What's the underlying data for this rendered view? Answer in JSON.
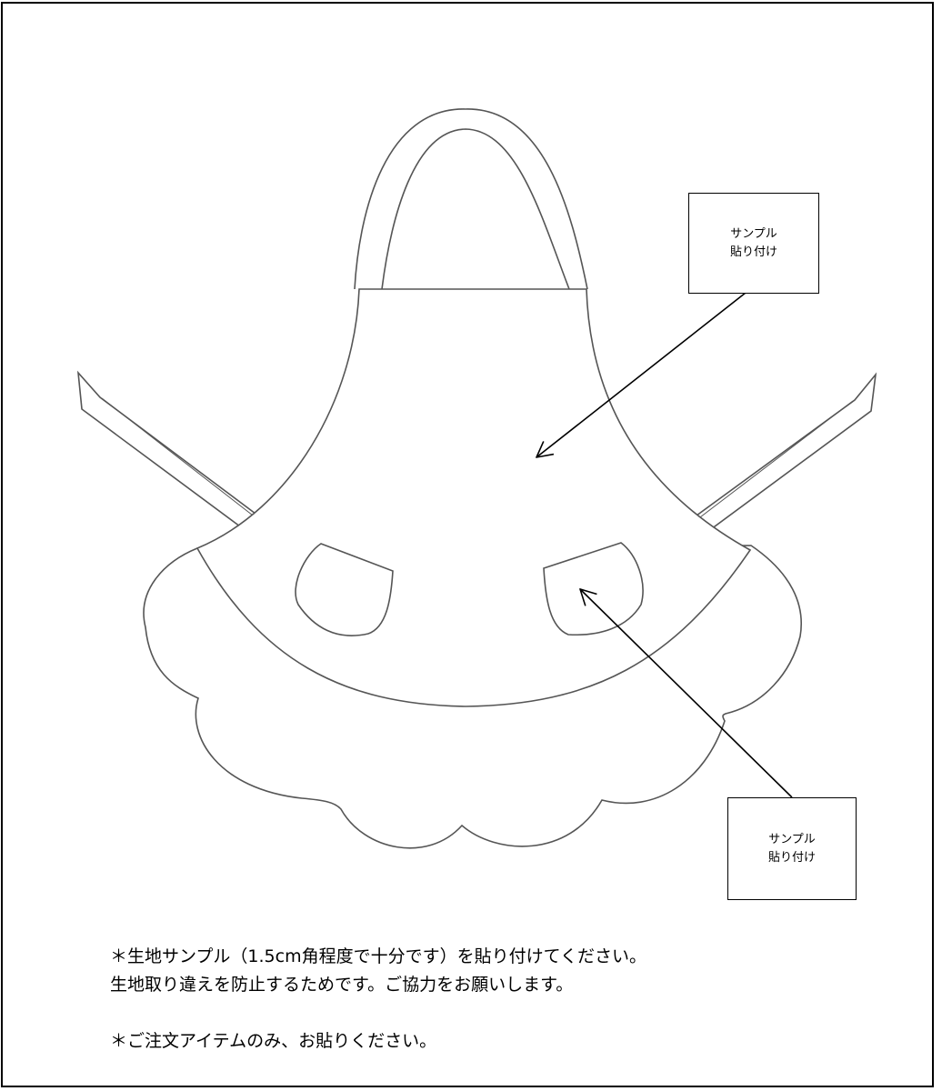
{
  "sample_labels": {
    "top": {
      "line1": "サンプル",
      "line2": "貼り付け"
    },
    "bottom": {
      "line1": "サンプル",
      "line2": "貼り付け"
    }
  },
  "instructions": {
    "line1": "＊生地サンプル（1.5cm角程度で十分です）を貼り付けてください。",
    "line2": "生地取り違えを防止するためです。ご協力をお願いします。",
    "line3": "＊ご注文アイテムのみ、お貼りください。"
  },
  "colors": {
    "outline": "#555555",
    "arrow": "#000000",
    "frame": "#000000",
    "background": "#ffffff"
  }
}
